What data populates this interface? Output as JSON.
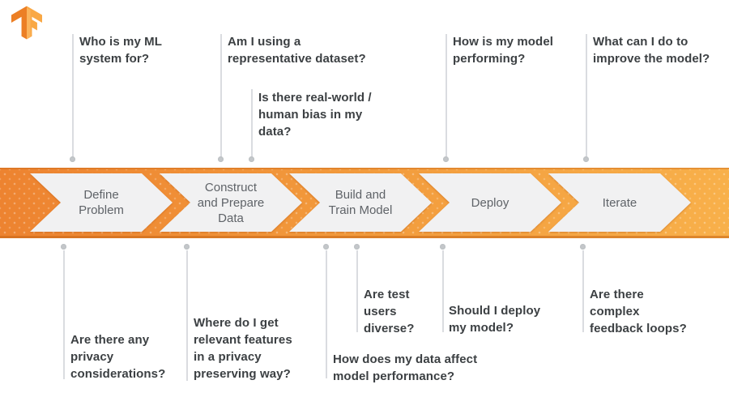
{
  "brand": {
    "logo": "tensorflow-logo"
  },
  "pipeline": {
    "stages": [
      {
        "label": "Define\nProblem"
      },
      {
        "label": "Construct\nand Prepare\nData"
      },
      {
        "label": "Build and\nTrain Model"
      },
      {
        "label": "Deploy"
      },
      {
        "label": "Iterate"
      }
    ]
  },
  "questions": {
    "top": [
      {
        "text": "Who is my ML\nsystem for?"
      },
      {
        "text": "Am I using a\nrepresentative dataset?"
      },
      {
        "text": "Is there real-world /\nhuman bias in my\ndata?"
      },
      {
        "text": "How is my model\nperforming?"
      },
      {
        "text": "What can I do to\nimprove the model?"
      }
    ],
    "bottom": [
      {
        "text": "Are there any\nprivacy\nconsiderations?"
      },
      {
        "text": "Where do I get\nrelevant features\nin a privacy\npreserving way?"
      },
      {
        "text": "How does my data affect\nmodel performance?"
      },
      {
        "text": "Are test\nusers\ndiverse?"
      },
      {
        "text": "Should I deploy\nmy model?"
      },
      {
        "text": "Are there\ncomplex\nfeedback loops?"
      }
    ]
  },
  "colors": {
    "band_left": "#ED8330",
    "band_right": "#F8B04A",
    "segment_fill": "#F1F1F2",
    "stage_text": "#5F6368",
    "question_text": "#3C4043",
    "connector_line": "#DADCE0",
    "connector_dot": "#C4C7CA",
    "logo_left": "#EC7F25",
    "logo_right": "#F9A845"
  }
}
